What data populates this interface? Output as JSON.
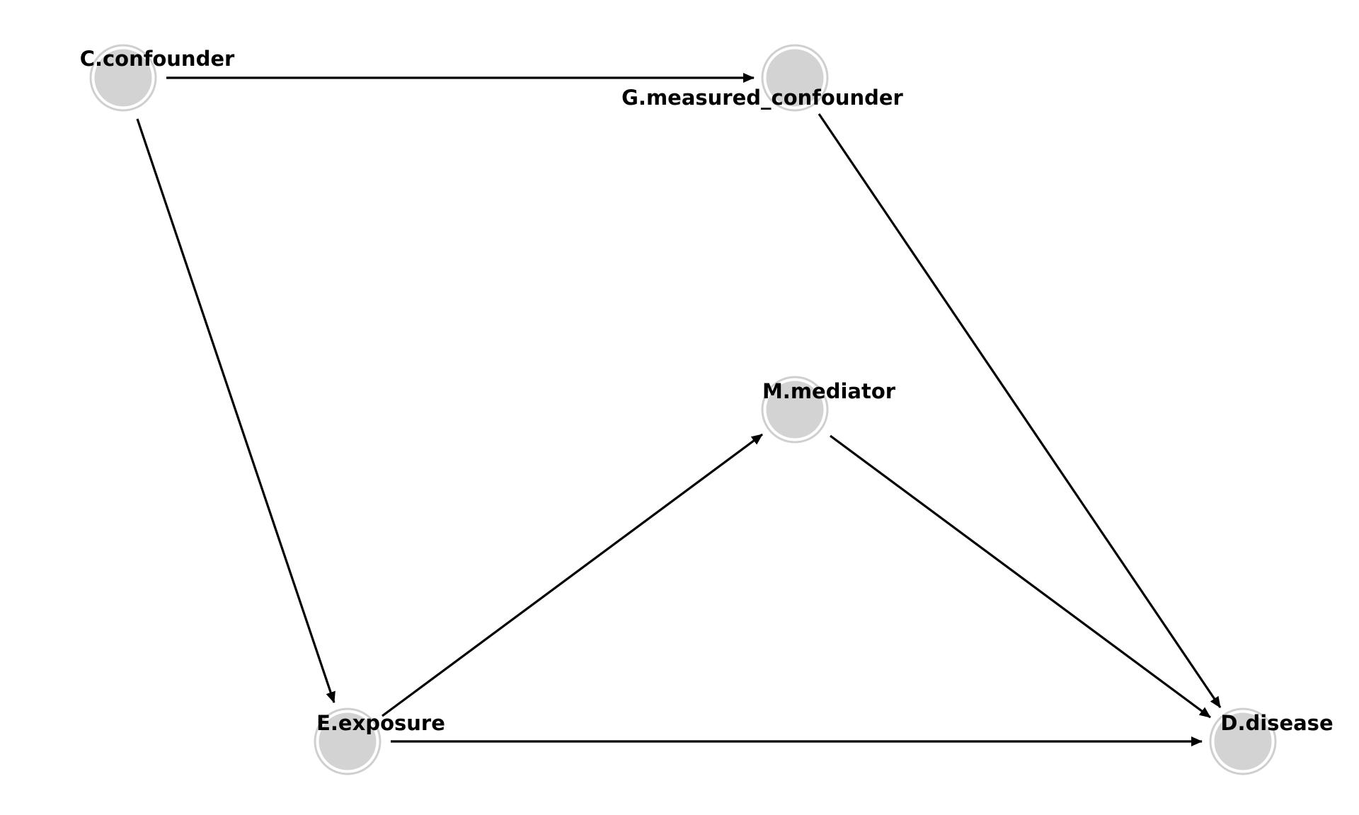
{
  "diagram": {
    "type": "directed-acyclic-graph",
    "node_color": "#d3d3d3",
    "edge_color": "#000000",
    "nodes": [
      {
        "id": "C",
        "label": "C.confounder"
      },
      {
        "id": "G",
        "label": "G.measured_confounder"
      },
      {
        "id": "M",
        "label": "M.mediator"
      },
      {
        "id": "E",
        "label": "E.exposure"
      },
      {
        "id": "D",
        "label": "D.disease"
      }
    ],
    "edges": [
      {
        "from": "C",
        "to": "G"
      },
      {
        "from": "C",
        "to": "E"
      },
      {
        "from": "G",
        "to": "D"
      },
      {
        "from": "E",
        "to": "M"
      },
      {
        "from": "M",
        "to": "D"
      },
      {
        "from": "E",
        "to": "D"
      }
    ]
  }
}
